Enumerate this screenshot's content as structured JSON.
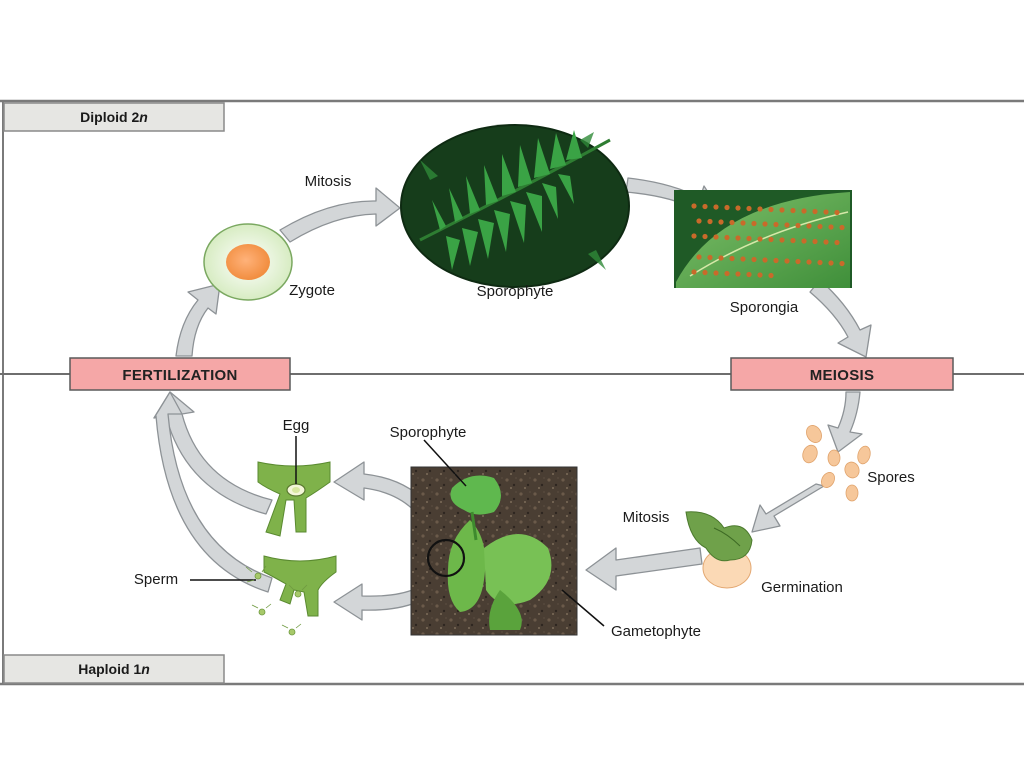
{
  "phases": {
    "diploid": {
      "prefix": "Diploid 2",
      "italic": "n"
    },
    "haploid": {
      "prefix": "Haploid 1",
      "italic": "n"
    }
  },
  "events": {
    "fertilization": "FERTILIZATION",
    "meiosis": "MEIOSIS"
  },
  "labels": {
    "mitosis_top": "Mitosis",
    "zygote": "Zygote",
    "sporophyte_top": "Sporophyte",
    "sporongia": "Sporongia",
    "spores": "Spores",
    "mitosis_bottom": "Mitosis",
    "germination": "Germination",
    "sporophyte_bottom": "Sporophyte",
    "gametophyte": "Gametophyte",
    "egg": "Egg",
    "sperm": "Sperm"
  },
  "colors": {
    "event_box": "#f5a7a7",
    "phase_box": "#e6e6e3",
    "arrow_fill": "#d3d6d8",
    "plant_green": "#3f9a3c",
    "zygote_nucleus": "#f2994a",
    "spore": "#f6c79a"
  }
}
